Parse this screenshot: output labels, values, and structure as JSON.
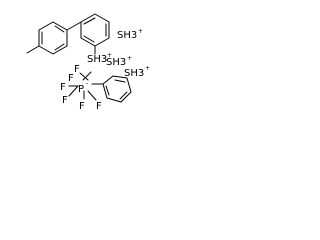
{
  "structure": {
    "labels": {
      "sh3_1": "SH3",
      "sh3_2": "SH3",
      "sh3_3": "SH3",
      "sh3_4": "SH3",
      "phosphorus": "P",
      "fluorine": "F",
      "charge_plus": "+",
      "charge_minus": "-"
    },
    "colors": {
      "ink": "#000000",
      "background": "#ffffff"
    }
  }
}
